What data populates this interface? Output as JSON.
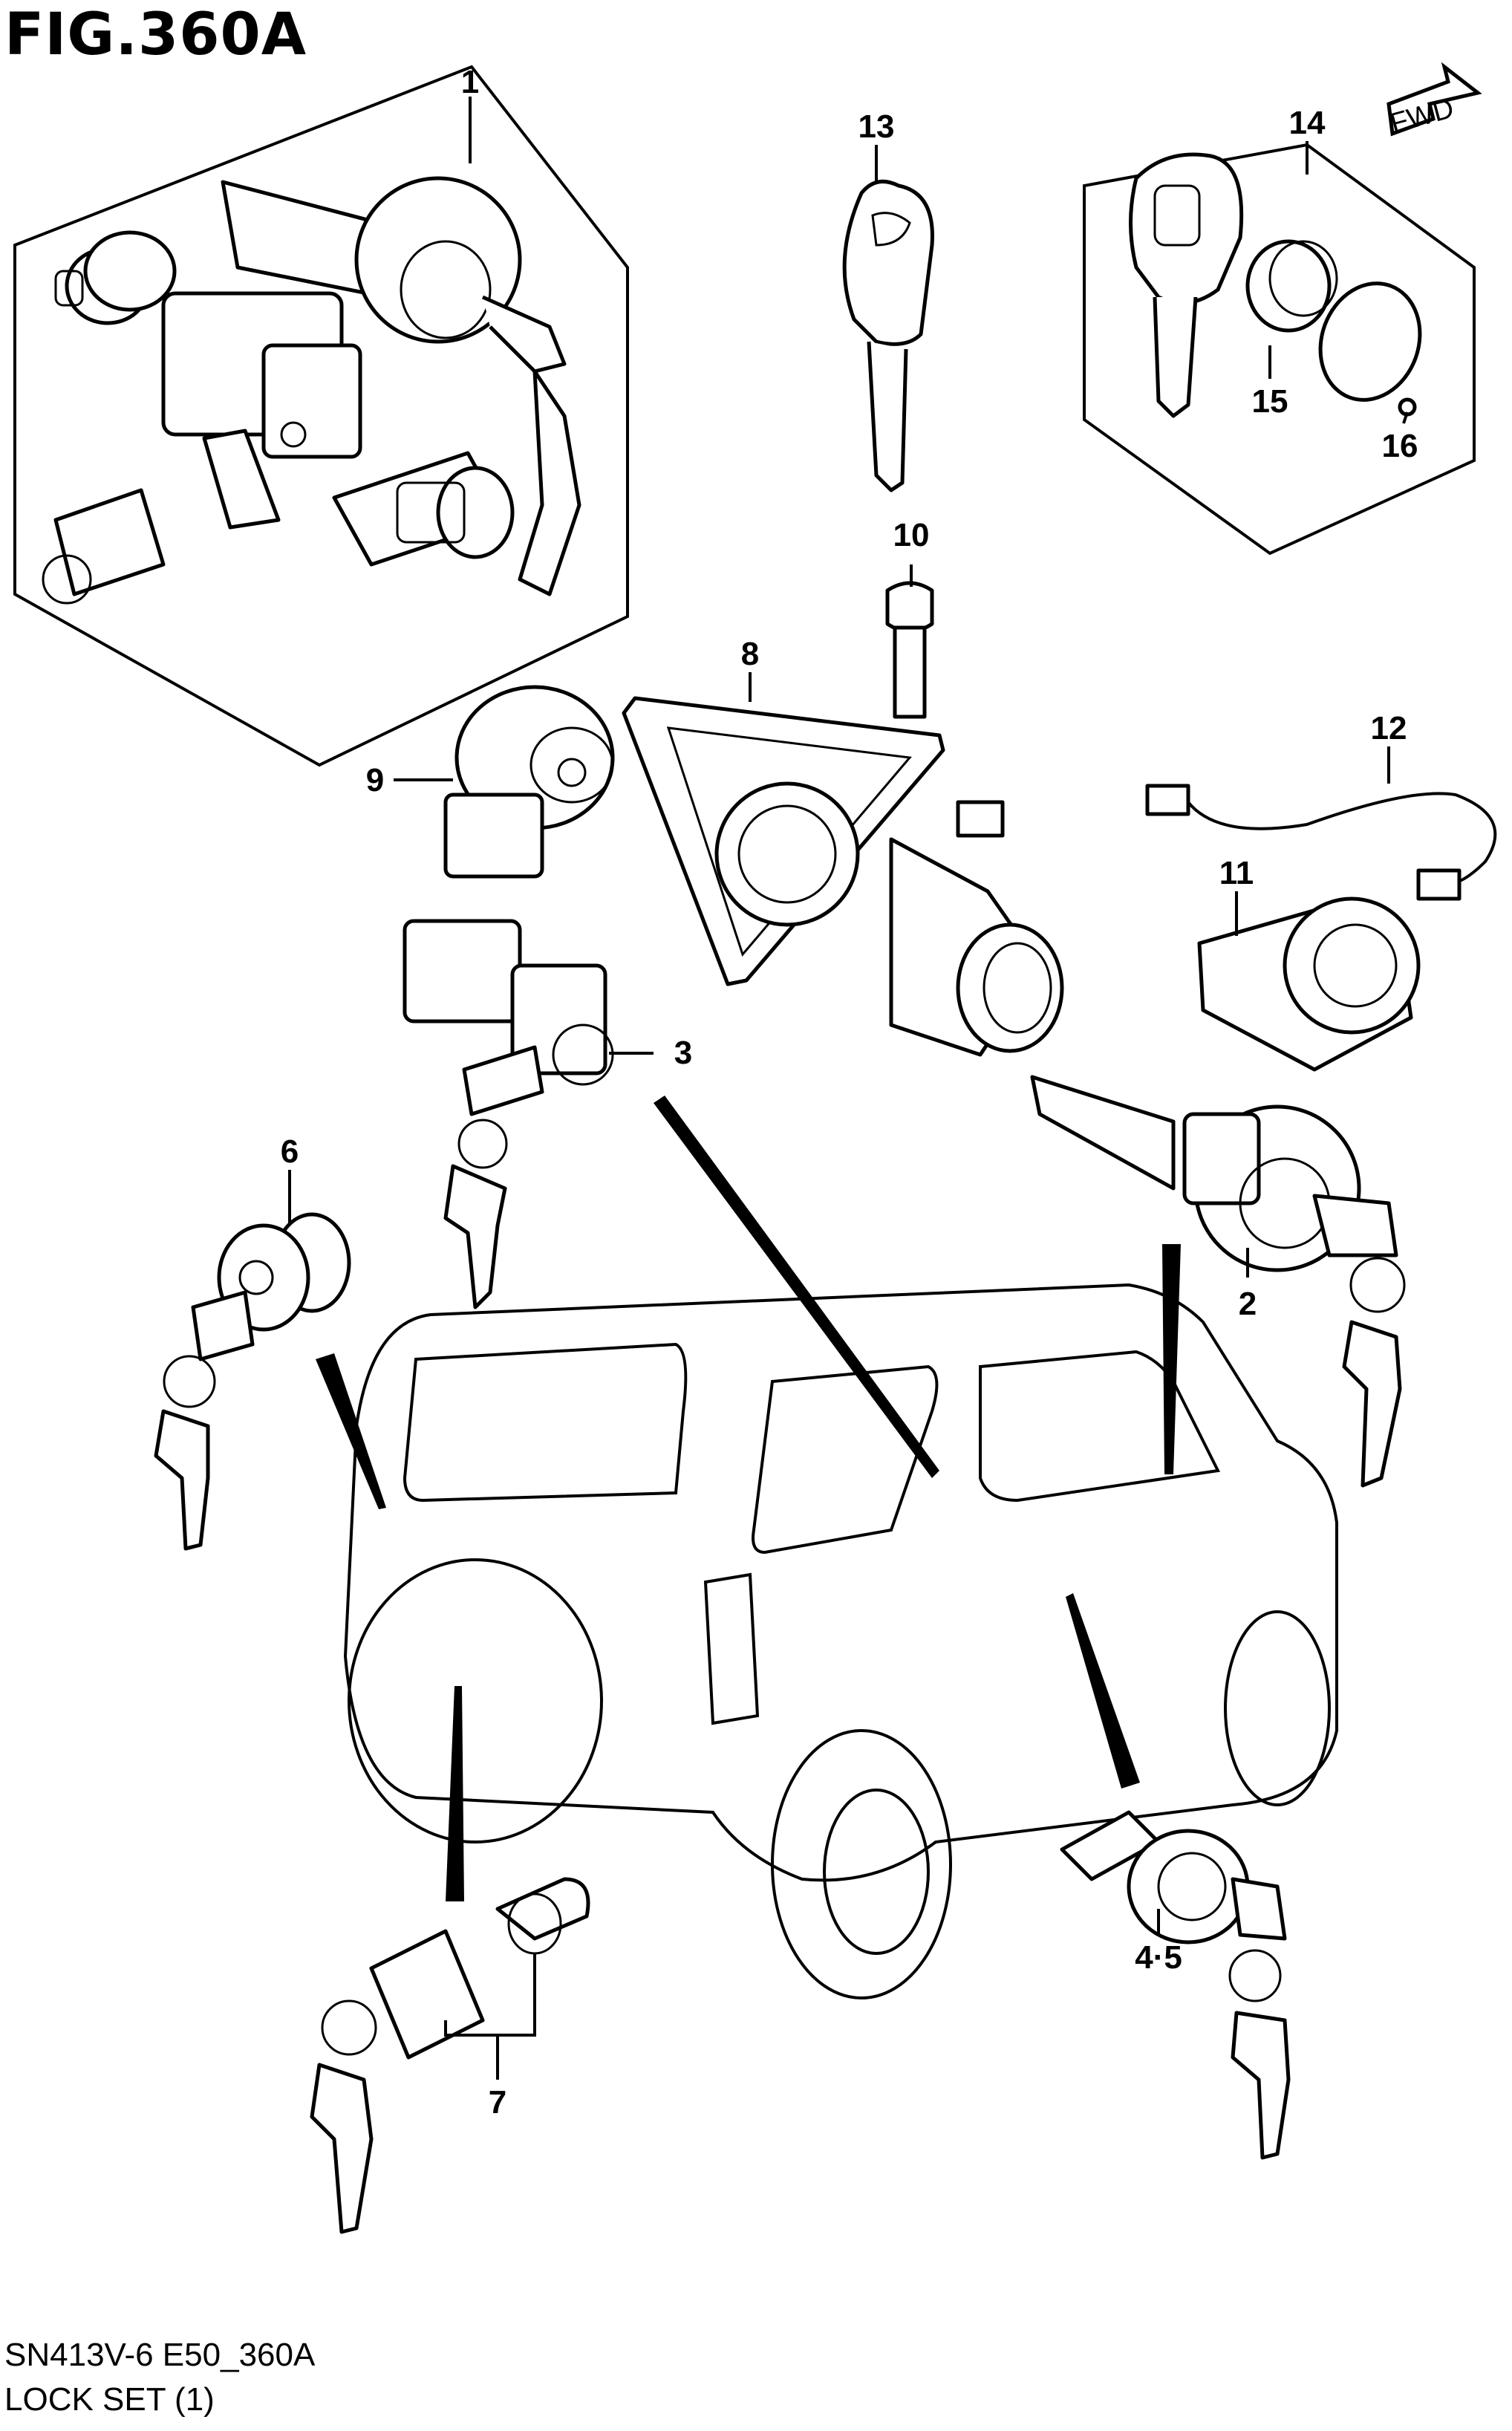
{
  "figure": {
    "title": "FIG.360A",
    "model_code": "SN413V-6 E50_360A",
    "section_name": "LOCK SET (1)",
    "direction_label": "FWD"
  },
  "callouts": [
    {
      "id": "1",
      "label": "1"
    },
    {
      "id": "2",
      "label": "2"
    },
    {
      "id": "3",
      "label": "3"
    },
    {
      "id": "4-5",
      "label": "4·5"
    },
    {
      "id": "6",
      "label": "6"
    },
    {
      "id": "7",
      "label": "7"
    },
    {
      "id": "8",
      "label": "8"
    },
    {
      "id": "9",
      "label": "9"
    },
    {
      "id": "10",
      "label": "10"
    },
    {
      "id": "11",
      "label": "11"
    },
    {
      "id": "12",
      "label": "12"
    },
    {
      "id": "13",
      "label": "13"
    },
    {
      "id": "14",
      "label": "14"
    },
    {
      "id": "15",
      "label": "15"
    },
    {
      "id": "16",
      "label": "16"
    }
  ]
}
